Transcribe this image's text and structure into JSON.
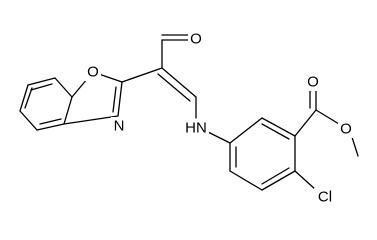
{
  "molecule": {
    "atoms": {
      "o_aldehyde": "O",
      "o_oxazole": "O",
      "n_oxazole": "N",
      "nh": "HN",
      "o_carbonyl": "O",
      "o_ester": "O",
      "cl": "Cl"
    }
  }
}
